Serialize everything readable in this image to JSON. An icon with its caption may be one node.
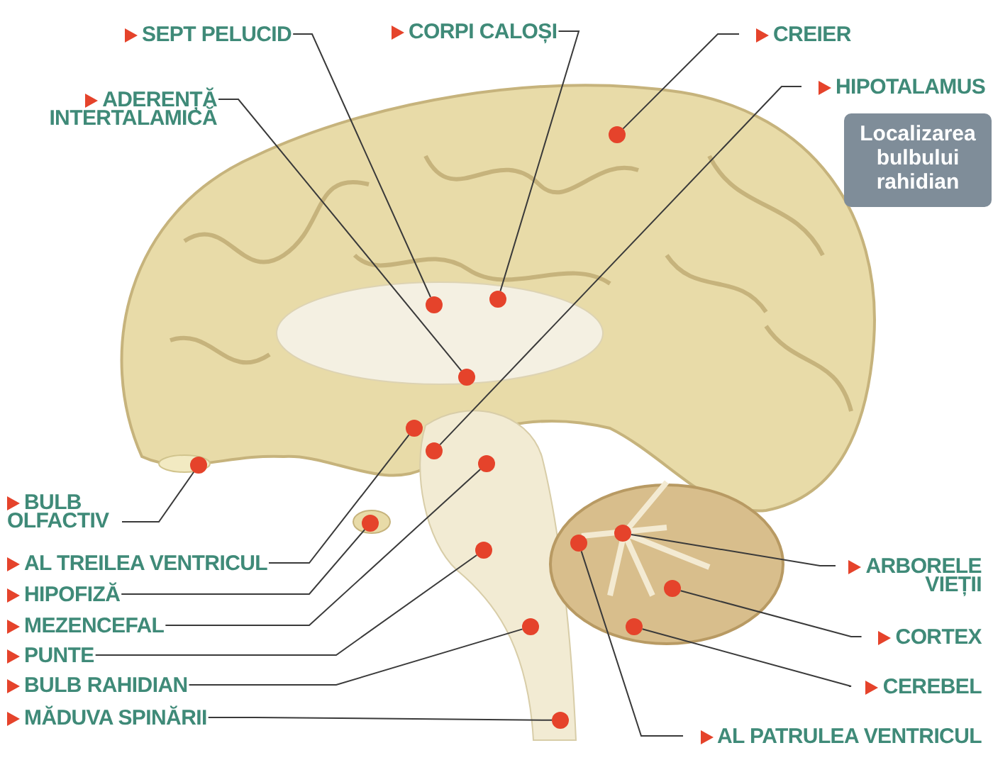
{
  "diagram": {
    "nodes": [
      {
        "text": [
          "SEPT PELUCID"
        ]
      },
      {
        "text": [
          "CORPI CALOȘI"
        ]
      },
      {
        "text": [
          "CREIER"
        ]
      },
      {
        "text": [
          "ADERENȚĂ INTERTALAMICĂ"
        ]
      },
      {
        "text": [
          "HIPOTALAMUS"
        ]
      },
      {
        "text": [
          "Localizarea bulbului rahidian"
        ]
      },
      {
        "text": [
          "BULB OLFACTIV"
        ]
      },
      {
        "text": [
          "AL TREILEA VENTRICUL"
        ]
      },
      {
        "text": [
          "HIPOFIZĂ"
        ]
      },
      {
        "text": [
          "MEZENCEFAL"
        ]
      },
      {
        "text": [
          "PUNTE"
        ]
      },
      {
        "text": [
          "BULB RAHIDIAN"
        ]
      },
      {
        "text": [
          "MĂDUVA SPINĂRII"
        ]
      },
      {
        "text": [
          "ARBORELE VIEȚII"
        ]
      },
      {
        "text": [
          "CORTEX"
        ]
      },
      {
        "text": [
          "CEREBEL"
        ]
      },
      {
        "text": [
          "AL PATRULEA VENTRICUL"
        ]
      },
      {
        "text": [],
        "shape": "circle"
      },
      {
        "text": [],
        "shape": "circle"
      },
      {
        "text": [],
        "shape": "circle"
      },
      {
        "text": [],
        "shape": "circle"
      },
      {
        "text": [],
        "shape": "circle"
      },
      {
        "text": [],
        "shape": "circle"
      },
      {
        "text": [],
        "shape": "circle"
      },
      {
        "text": [],
        "shape": "circle"
      },
      {
        "text": [],
        "shape": "circle"
      },
      {
        "text": [],
        "shape": "circle"
      },
      {
        "text": [],
        "shape": "circle"
      },
      {
        "text": [],
        "shape": "circle"
      },
      {
        "text": [],
        "shape": "circle"
      },
      {
        "text": [],
        "shape": "circle"
      },
      {
        "text": [],
        "shape": "circle"
      },
      {
        "text": [],
        "shape": "circle"
      }
    ],
    "edges": [
      {
        "from": 0,
        "to": 20,
        "arrow": "none"
      },
      {
        "from": 1,
        "to": 25,
        "arrow": "none"
      },
      {
        "from": 2,
        "to": 29,
        "arrow": "none"
      },
      {
        "from": 3,
        "to": 22,
        "arrow": "none"
      },
      {
        "from": 4,
        "to": 21,
        "arrow": "none"
      },
      {
        "from": 6,
        "to": 17,
        "arrow": "none"
      },
      {
        "from": 7,
        "to": 19,
        "arrow": "none"
      },
      {
        "from": 8,
        "to": 18,
        "arrow": "none"
      },
      {
        "from": 9,
        "to": 24,
        "arrow": "none"
      },
      {
        "from": 10,
        "to": 23,
        "arrow": "none"
      },
      {
        "from": 11,
        "to": 26,
        "arrow": "none"
      },
      {
        "from": 12,
        "to": 27,
        "arrow": "none"
      },
      {
        "from": 13,
        "to": 30,
        "arrow": "none"
      },
      {
        "from": 14,
        "to": 32,
        "arrow": "none"
      },
      {
        "from": 15,
        "to": 31,
        "arrow": "none"
      },
      {
        "from": 16,
        "to": 28,
        "arrow": "none"
      }
    ]
  }
}
